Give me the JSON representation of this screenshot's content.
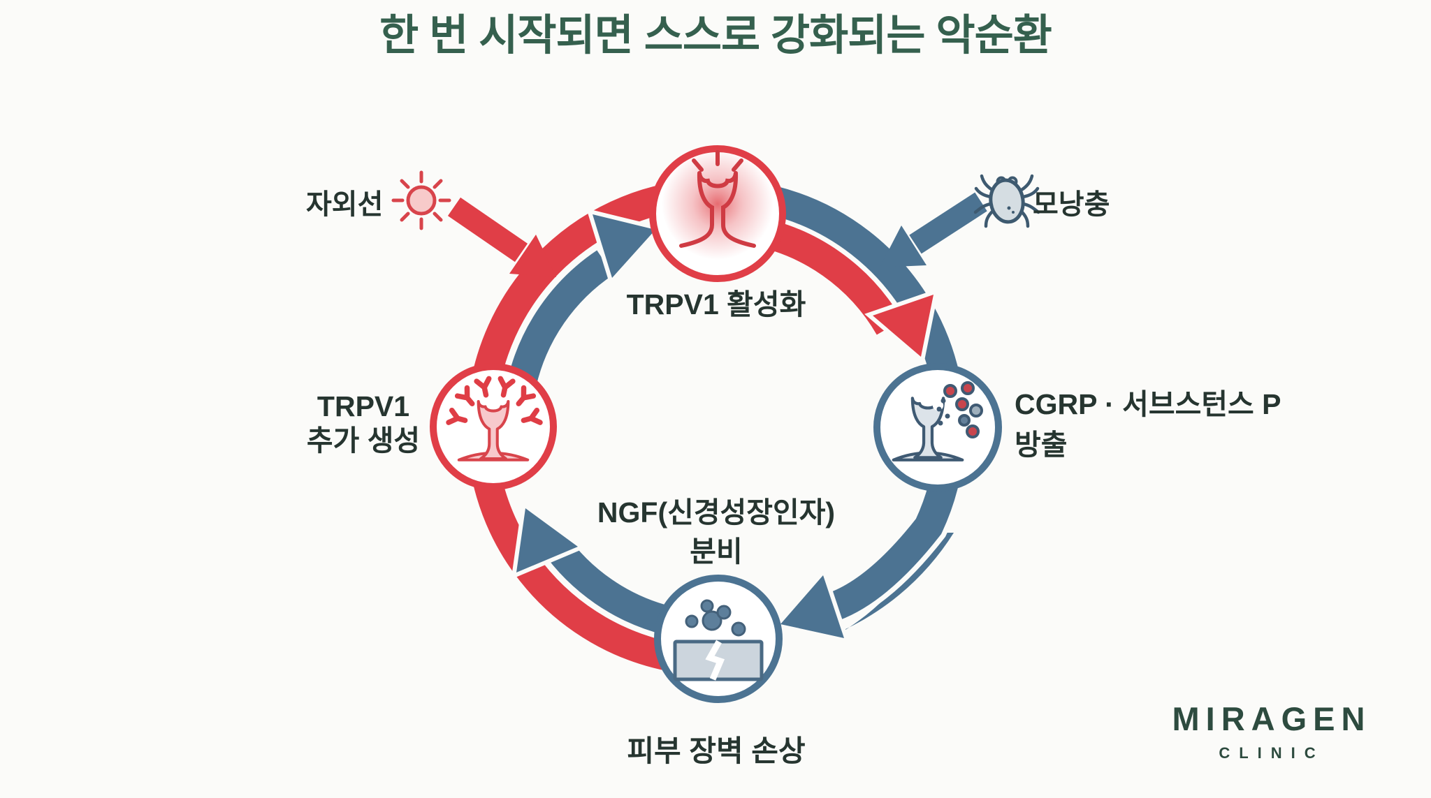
{
  "title": "한 번 시작되면 스스로 강화되는 악순환",
  "cycle": {
    "top_node": {
      "label": "TRPV1 활성화",
      "icon": "activated-receptor"
    },
    "right_node": {
      "label_line1": "CGRP · 서브스턴스 P",
      "label_line2": "방출",
      "icon": "neuropeptide-release"
    },
    "bottom_node": {
      "label": "피부 장벽 손상",
      "process_line1": "NGF(신경성장인자)",
      "process_line2": "분비",
      "icon": "skin-barrier-crack"
    },
    "left_node": {
      "label_line1": "TRPV1",
      "label_line2": "추가 생성",
      "icon": "new-receptors"
    }
  },
  "triggers": {
    "uv": {
      "label": "자외선",
      "icon": "sun"
    },
    "mite": {
      "label": "모낭충",
      "icon": "mite"
    }
  },
  "logo": {
    "brand": "MIRAGEN",
    "sub": "CLINIC"
  },
  "colors": {
    "red": "#e03e47",
    "blue": "#4c7392",
    "title_green": "#35604e",
    "label_dark": "#263530",
    "logo_green": "#2d4b3f",
    "background": "#fbfbf9",
    "icon_blue_stroke": "#3f5a73",
    "icon_gray_fill": "#dce3e9",
    "icon_pink_fill": "#f7c9cc"
  }
}
